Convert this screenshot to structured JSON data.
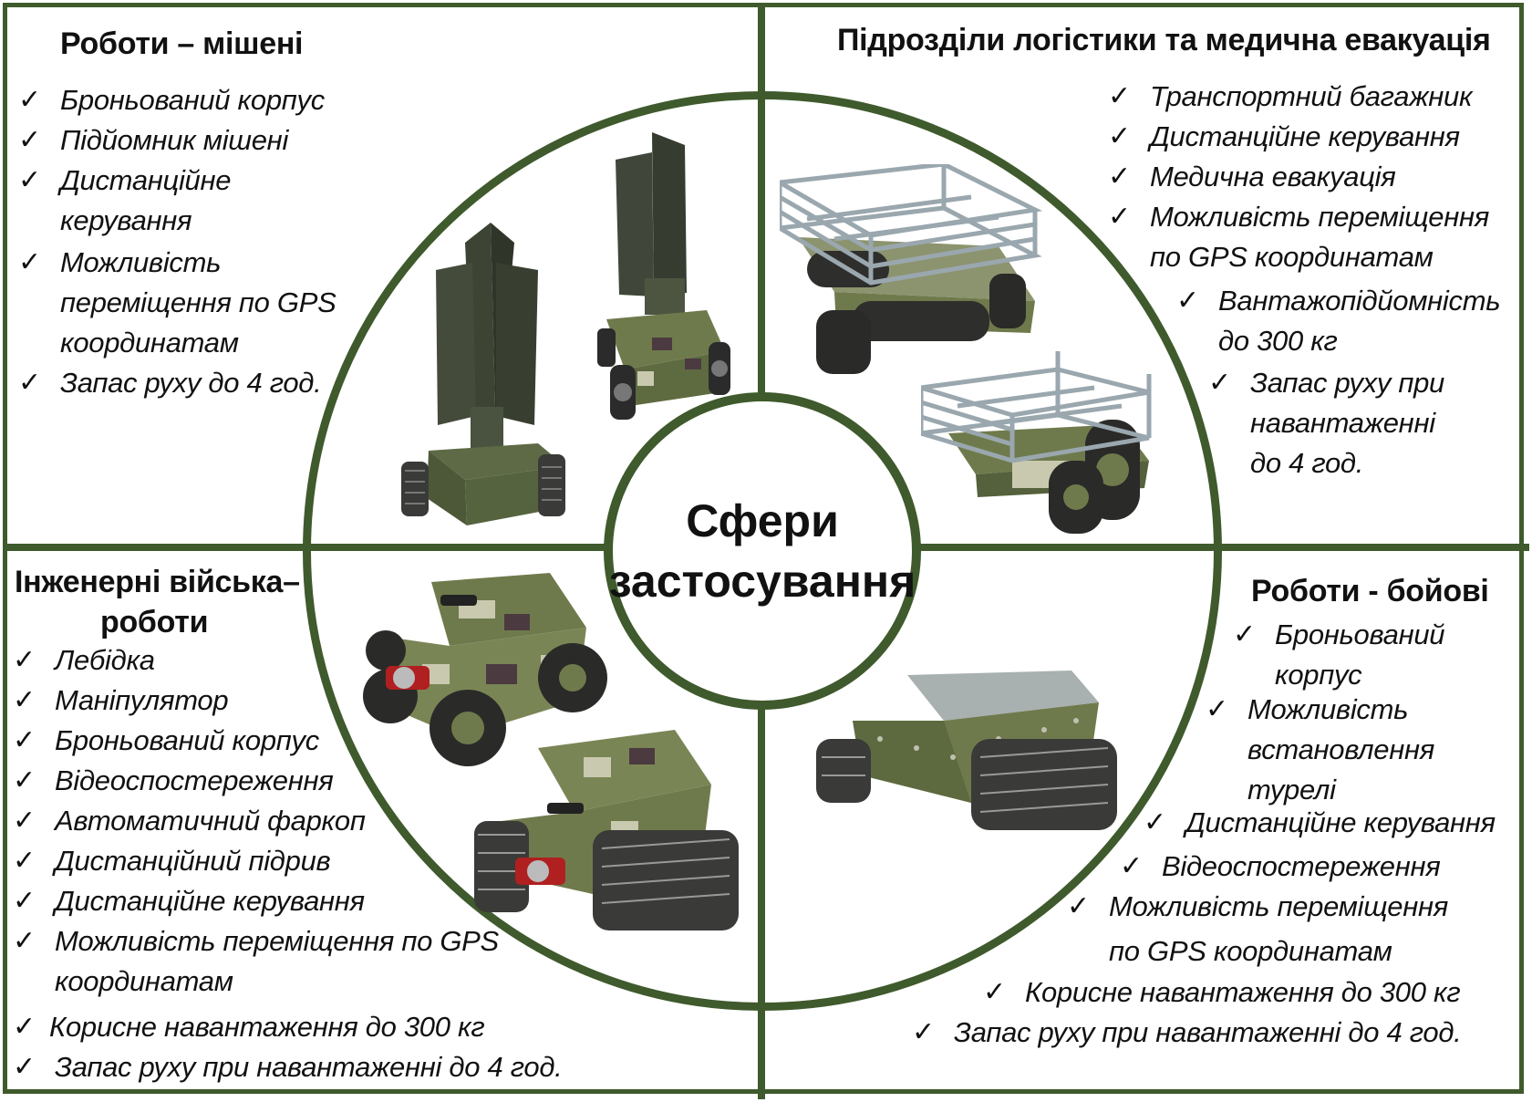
{
  "center": {
    "line1": "Сфери",
    "line2": "застосування"
  },
  "quadrants": {
    "targets": {
      "title": "Роботи – мішені",
      "items": [
        [
          "Броньований корпус"
        ],
        [
          "Підйомник мішені"
        ],
        [
          "Дистанційне",
          "керування"
        ],
        [
          "Можливість",
          "переміщення по GPS",
          "координатам"
        ],
        [
          "Запас руху до 4 год."
        ]
      ]
    },
    "logistics": {
      "title": "Підрозділи логістики та медична евакуація",
      "items": [
        [
          "Транспортний багажник"
        ],
        [
          "Дистанційне керування"
        ],
        [
          "Медична евакуація"
        ],
        [
          "Можливість переміщення",
          "по GPS координатам"
        ],
        [
          "Вантажопідйомність",
          "до 300 кг"
        ],
        [
          "Запас руху при",
          "навантаженні",
          "до 4 год."
        ]
      ]
    },
    "engineering": {
      "title_line1": "Інженерні війська–",
      "title_line2": "роботи",
      "items": [
        [
          "Лебідка"
        ],
        [
          "Маніпулятор"
        ],
        [
          "Броньований корпус"
        ],
        [
          "Відеоспостереження"
        ],
        [
          "Автоматичний фаркоп"
        ],
        [
          "Дистанційний підрив"
        ],
        [
          "Дистанційне керування"
        ],
        [
          "Можливість переміщення по GPS",
          "координатам"
        ],
        [
          "Корисне навантаження до 300 кг"
        ],
        [
          "Запас руху при навантаженні до 4 год."
        ]
      ]
    },
    "combat": {
      "title": "Роботи - бойові",
      "items": [
        [
          "Броньований",
          "корпус"
        ],
        [
          "Можливість",
          "встановлення",
          "турелі"
        ],
        [
          "Дистанційне керування"
        ],
        [
          "Відеоспостереження"
        ],
        [
          "Можливість переміщення",
          "по GPS координатам"
        ],
        [
          "Корисне навантаження до 300 кг"
        ],
        [
          "Запас руху при навантаженні до 4 год."
        ]
      ]
    }
  },
  "checkmark": "✓",
  "colors": {
    "frame": "#3f5a2c",
    "camo_base": "#6f7a4c",
    "camo_dark": "#4b3a40",
    "camo_light": "#c9c9b0",
    "rack": "#9aa7ae",
    "track": "#3a3a38"
  }
}
